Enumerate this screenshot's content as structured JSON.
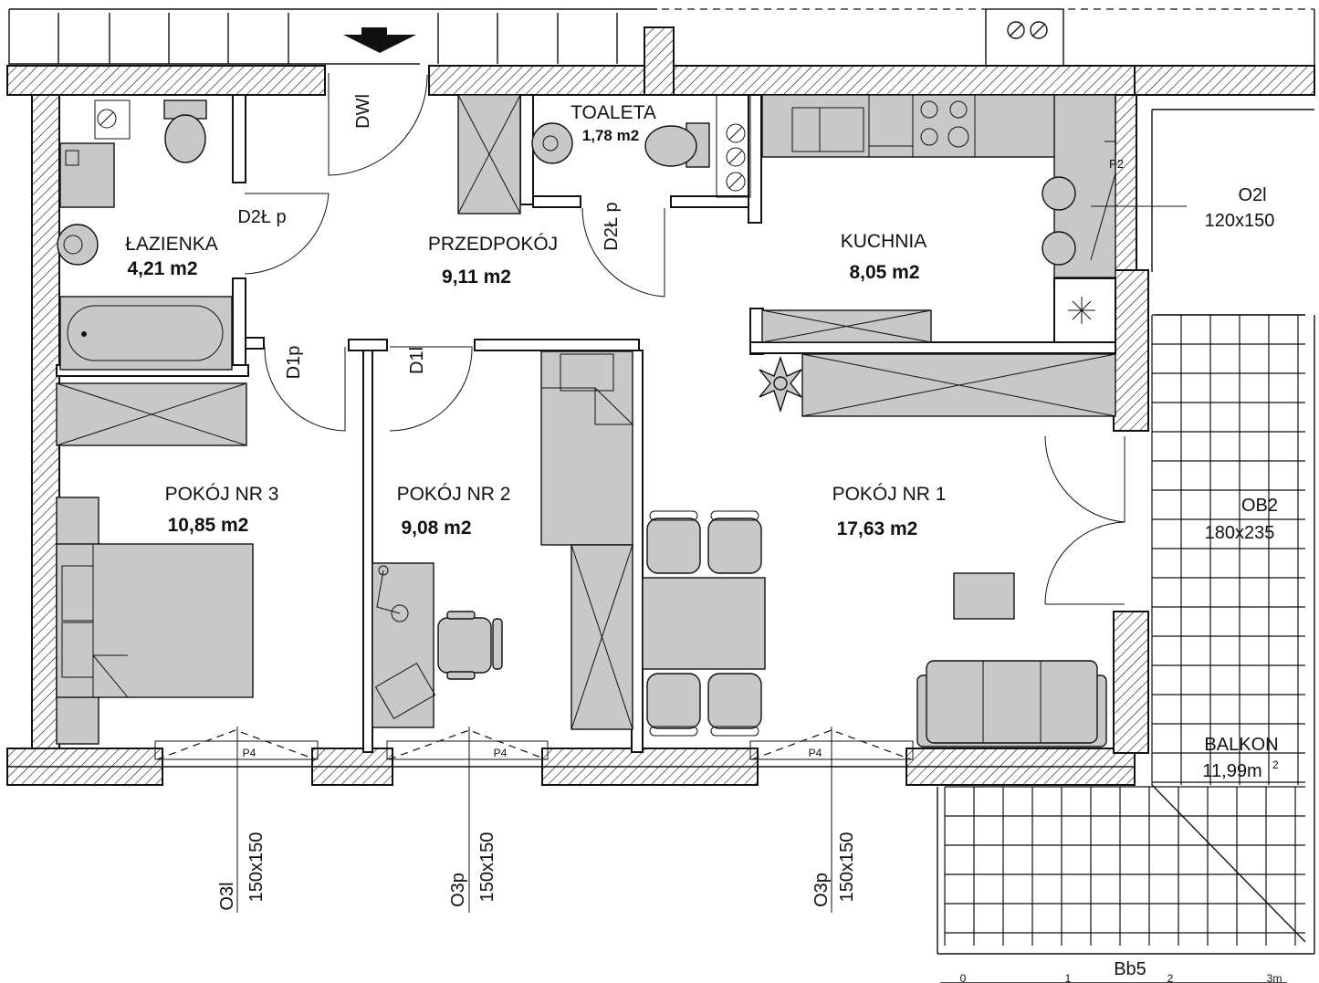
{
  "rooms": {
    "lazienka": {
      "name": "ŁAZIENKA",
      "area": "4,21 m2"
    },
    "przedpokoj": {
      "name": "PRZEDPOKÓJ",
      "area": "9,11 m2"
    },
    "toaleta": {
      "name": "TOALETA",
      "area": "1,78 m2"
    },
    "kuchnia": {
      "name": "KUCHNIA",
      "area": "8,05 m2"
    },
    "pokoj3": {
      "name": "POKÓJ NR 3",
      "area": "10,85 m2"
    },
    "pokoj2": {
      "name": "POKÓJ NR 2",
      "area": "9,08 m2"
    },
    "pokoj1": {
      "name": "POKÓJ NR 1",
      "area": "17,63 m2"
    },
    "balkon": {
      "name": "BALKON",
      "area": "11,99m",
      "area_sup": "2"
    }
  },
  "doors": {
    "dwl": "DWl",
    "d2lp_left": "D2Ł p",
    "d2lp_right": "D2Ł p",
    "d1p": "D1p",
    "d1l": "D1l",
    "p2": "P2"
  },
  "windows": {
    "o2l": {
      "code": "O2l",
      "size": "120x150"
    },
    "ob2": {
      "code": "OB2",
      "size": "180x235"
    },
    "o3l": {
      "code": "O3l",
      "size": "150x150"
    },
    "o3p_1": {
      "code": "O3p",
      "size": "150x150"
    },
    "o3p_2": {
      "code": "O3p",
      "size": "150x150"
    },
    "p4_labels": [
      "P4",
      "P4",
      "P4"
    ]
  },
  "balcony_code": "Bb5",
  "scale_marks": [
    "0",
    "1",
    "2",
    "3m"
  ]
}
